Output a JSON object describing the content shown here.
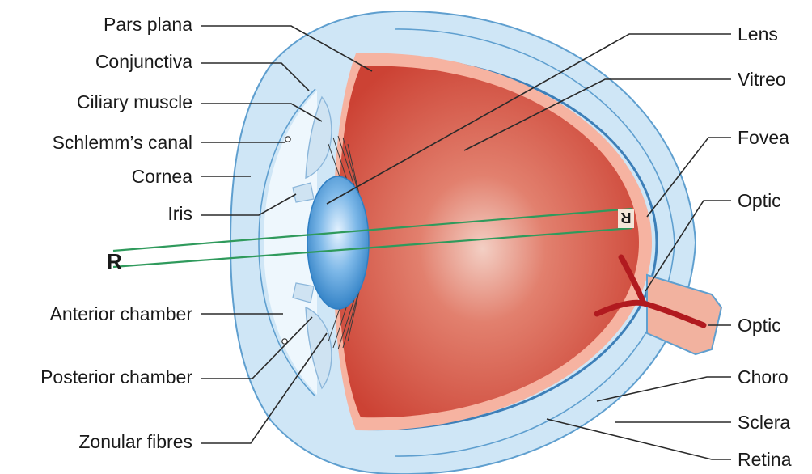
{
  "labels_left": {
    "pars_plana": "Pars plana",
    "conjunctiva": "Conjunctiva",
    "ciliary_muscle": "Ciliary muscle",
    "schlemms_canal": "Schlemm’s canal",
    "cornea": "Cornea",
    "iris": "Iris",
    "anterior_chamber": "Anterior chamber",
    "posterior_chamber": "Posterior chamber",
    "zonular_fibres": "Zonular fibres"
  },
  "labels_right": {
    "lens": "Lens",
    "vitreous": "Vitreo",
    "fovea": "Fovea",
    "optic_disc": "Optic",
    "optic_nerve": "Optic",
    "choroid": "Choro",
    "sclera": "Sclera",
    "retina": "Retina"
  },
  "image_letters": {
    "object": "R",
    "retinal_image": "R"
  },
  "colors": {
    "sclera": "#cfe6f6",
    "sclera_edge": "#5f9fcf",
    "vitreous": "#d24a3d",
    "retina_band": "#f6b3a1",
    "lens": "#4f9bd8",
    "ray": "#2f9a5c",
    "vessel": "#b11a1f"
  }
}
